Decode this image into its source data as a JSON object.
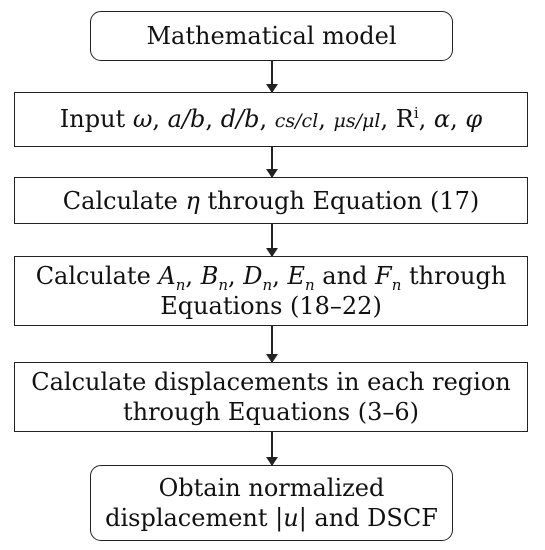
{
  "steps": [
    {
      "text": "Mathematical model"
    },
    {
      "prefix": "Input ",
      "params": [
        "ω",
        "a/b",
        "d/b",
        "cs/cl",
        "μs/μl",
        "Ri",
        "α",
        "φ"
      ]
    },
    {
      "pre": "Calculate ",
      "symbol": "η",
      "post": " through Equation (17)"
    },
    {
      "pre": "Calculate ",
      "c1": "A",
      "c2": "B",
      "c3": "D",
      "c4": "E",
      "c5": "F",
      "sub": "n",
      "and": " and ",
      "post1": " through",
      "line2": "Equations (18–22)"
    },
    {
      "line1": "Calculate displacements in each region",
      "line2": "through Equations (3–6)"
    },
    {
      "line1": "Obtain normalized",
      "pre": "displacement ",
      "bar": "|",
      "u": "u",
      "post": " and DSCF"
    }
  ]
}
